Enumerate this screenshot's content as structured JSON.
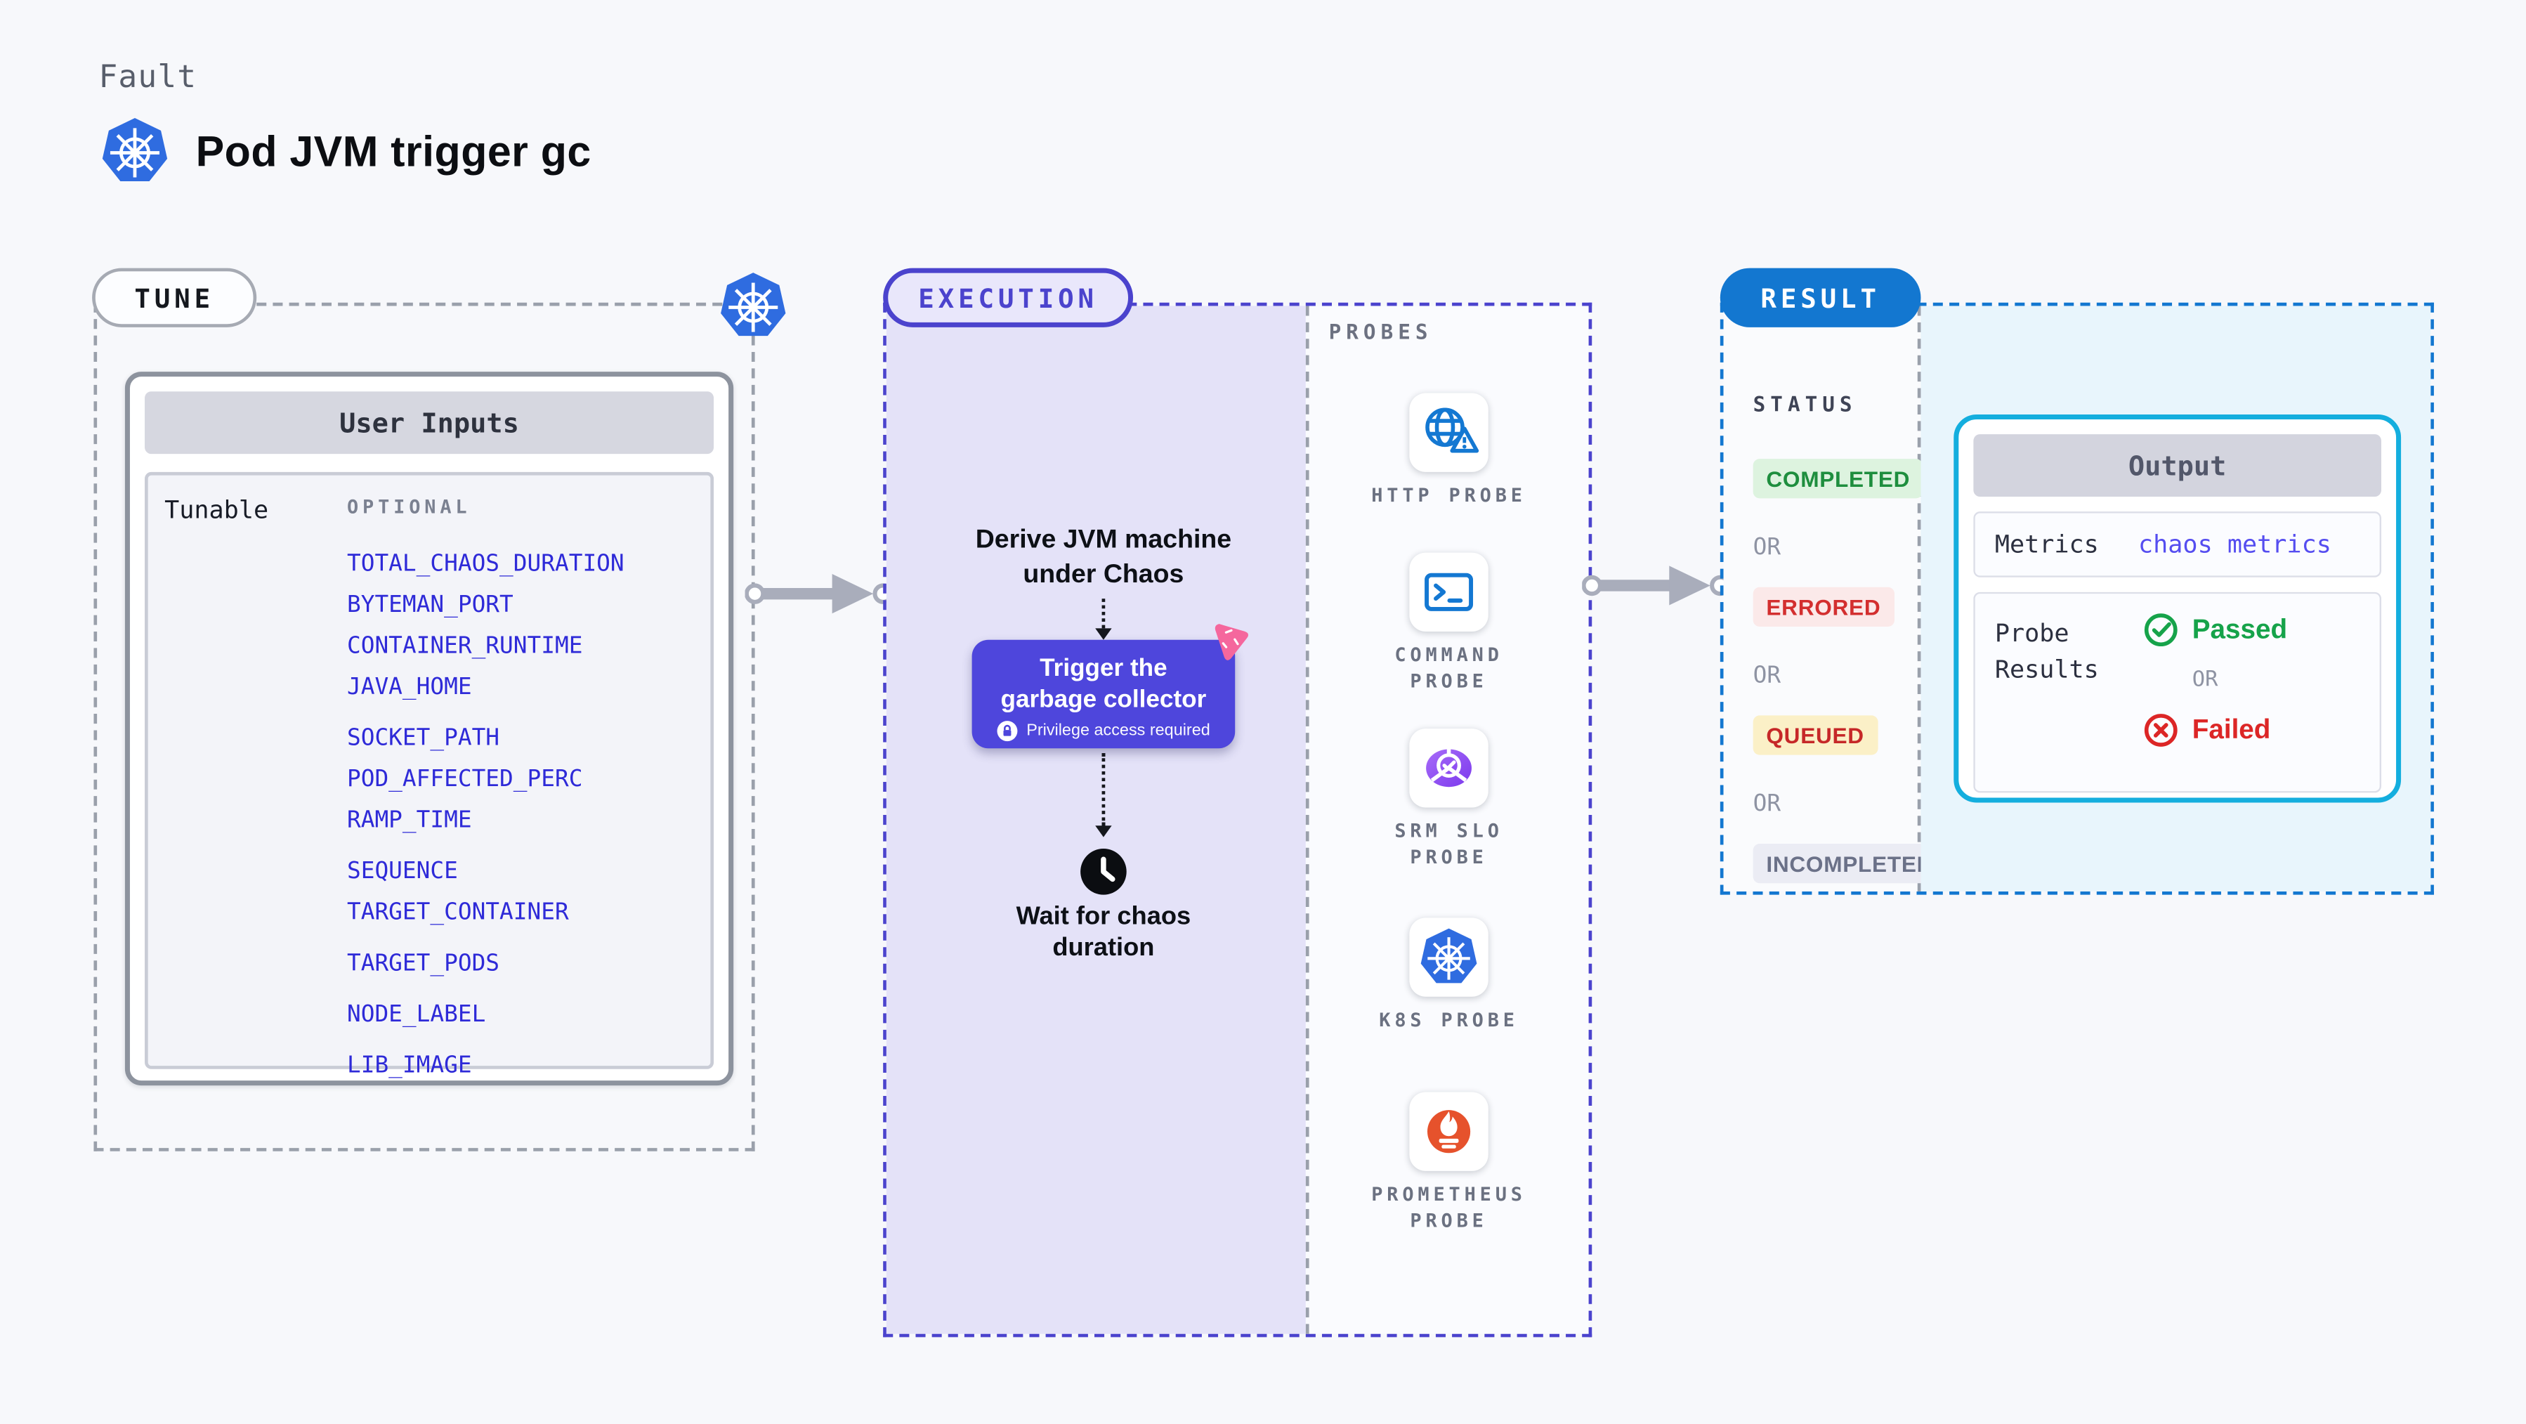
{
  "header": {
    "kicker": "Fault",
    "title": "Pod JVM trigger gc"
  },
  "tune": {
    "label": "TUNE",
    "card_title": "User Inputs",
    "row_label": "Tunable",
    "group_label": "OPTIONAL",
    "tunables": [
      "TOTAL_CHAOS_DURATION",
      "BYTEMAN_PORT",
      "CONTAINER_RUNTIME",
      "JAVA_HOME",
      "SOCKET_PATH",
      "POD_AFFECTED_PERC",
      "RAMP_TIME",
      "SEQUENCE",
      "TARGET_CONTAINER",
      "TARGET_PODS",
      "NODE_LABEL",
      "LIB_IMAGE"
    ]
  },
  "execution": {
    "label": "EXECUTION",
    "derive_text": "Derive JVM machine under Chaos",
    "node_title": "Trigger the garbage collector",
    "node_badge": "Privilege access required",
    "wait_text": "Wait for chaos duration",
    "probes_label": "PROBES",
    "probes": [
      {
        "name": "HTTP PROBE",
        "icon": "globe-alert-icon"
      },
      {
        "name": "COMMAND PROBE",
        "icon": "terminal-icon"
      },
      {
        "name": "SRM SLO PROBE",
        "icon": "slo-gauge-icon"
      },
      {
        "name": "K8S PROBE",
        "icon": "kubernetes-icon"
      },
      {
        "name": "PROMETHEUS PROBE",
        "icon": "prometheus-flame-icon"
      }
    ]
  },
  "result": {
    "label": "RESULT",
    "status_label": "STATUS",
    "or_label": "OR",
    "statuses": [
      {
        "label": "COMPLETED",
        "fg": "#1e8e3e",
        "bg": "#ddf3df"
      },
      {
        "label": "ERRORED",
        "fg": "#d32f2f",
        "bg": "#fbe9e9"
      },
      {
        "label": "QUEUED",
        "fg": "#c62828",
        "bg": "#fbf0c7"
      },
      {
        "label": "INCOMPLETED",
        "fg": "#6b7188",
        "bg": "#ebecf4"
      }
    ],
    "output": {
      "title": "Output",
      "metrics_label": "Metrics",
      "metrics_value": "chaos metrics",
      "probe_results_label": "Probe Results",
      "passed_label": "Passed",
      "failed_label": "Failed"
    }
  },
  "colors": {
    "page_bg": "#f7f8fb",
    "accent_indigo": "#4b43cd",
    "node_indigo": "#4e46dc",
    "lavender_bg": "#e4e2f8",
    "result_blue": "#1377d0",
    "cyan_border": "#14aede",
    "cyan_bg": "#e8f5fc",
    "link_blue": "#2e2ad8",
    "metrics_value_blue": "#554df0",
    "kubernetes_blue": "#2f6ce0",
    "probe_icon_blue": "#1478d2",
    "prometheus_orange": "#e6522c",
    "srm_purple": "#8b5cf6",
    "litmus_pink": "#f5679d",
    "passed_green": "#16a34a",
    "failed_red": "#dc2626",
    "dash_gray": "#9aa0ab"
  }
}
